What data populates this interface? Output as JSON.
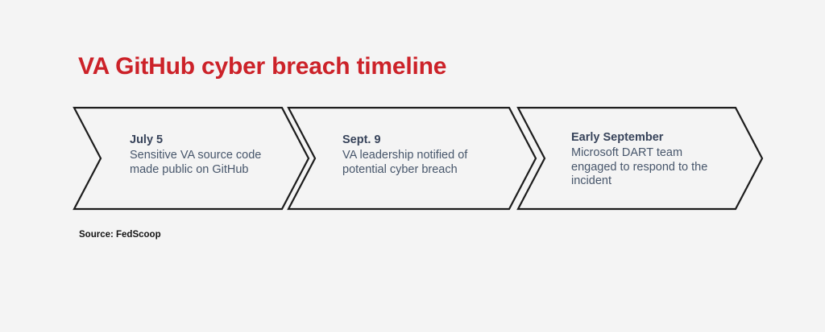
{
  "title": "VA GitHub cyber breach timeline",
  "source": "Source: FedScoop",
  "colors": {
    "background": "#f4f4f4",
    "title_red": "#cc2229",
    "chevron_stroke": "#1c1c1c",
    "date_text": "#37435a",
    "body_text": "#47566b",
    "source_text": "#141414"
  },
  "chart_data": {
    "type": "timeline",
    "title": "VA GitHub cyber breach timeline",
    "source": "Source: FedScoop",
    "orientation": "horizontal",
    "marker_shape": "chevron-arrow",
    "steps": [
      {
        "date": "July 5",
        "description": "Sensitive VA source code made public on GitHub",
        "description_lines": [
          "Sensitive VA source code",
          "made public on GitHub"
        ]
      },
      {
        "date": "Sept. 9",
        "description": "VA leadership notified of potential cyber breach",
        "description_lines": [
          "VA leadership notified of",
          "potential cyber breach"
        ]
      },
      {
        "date": "Early September",
        "description": "Microsoft DART team engaged to respond to the incident",
        "description_lines": [
          "Microsoft DART team",
          "engaged to respond to",
          "the incident"
        ]
      }
    ]
  }
}
